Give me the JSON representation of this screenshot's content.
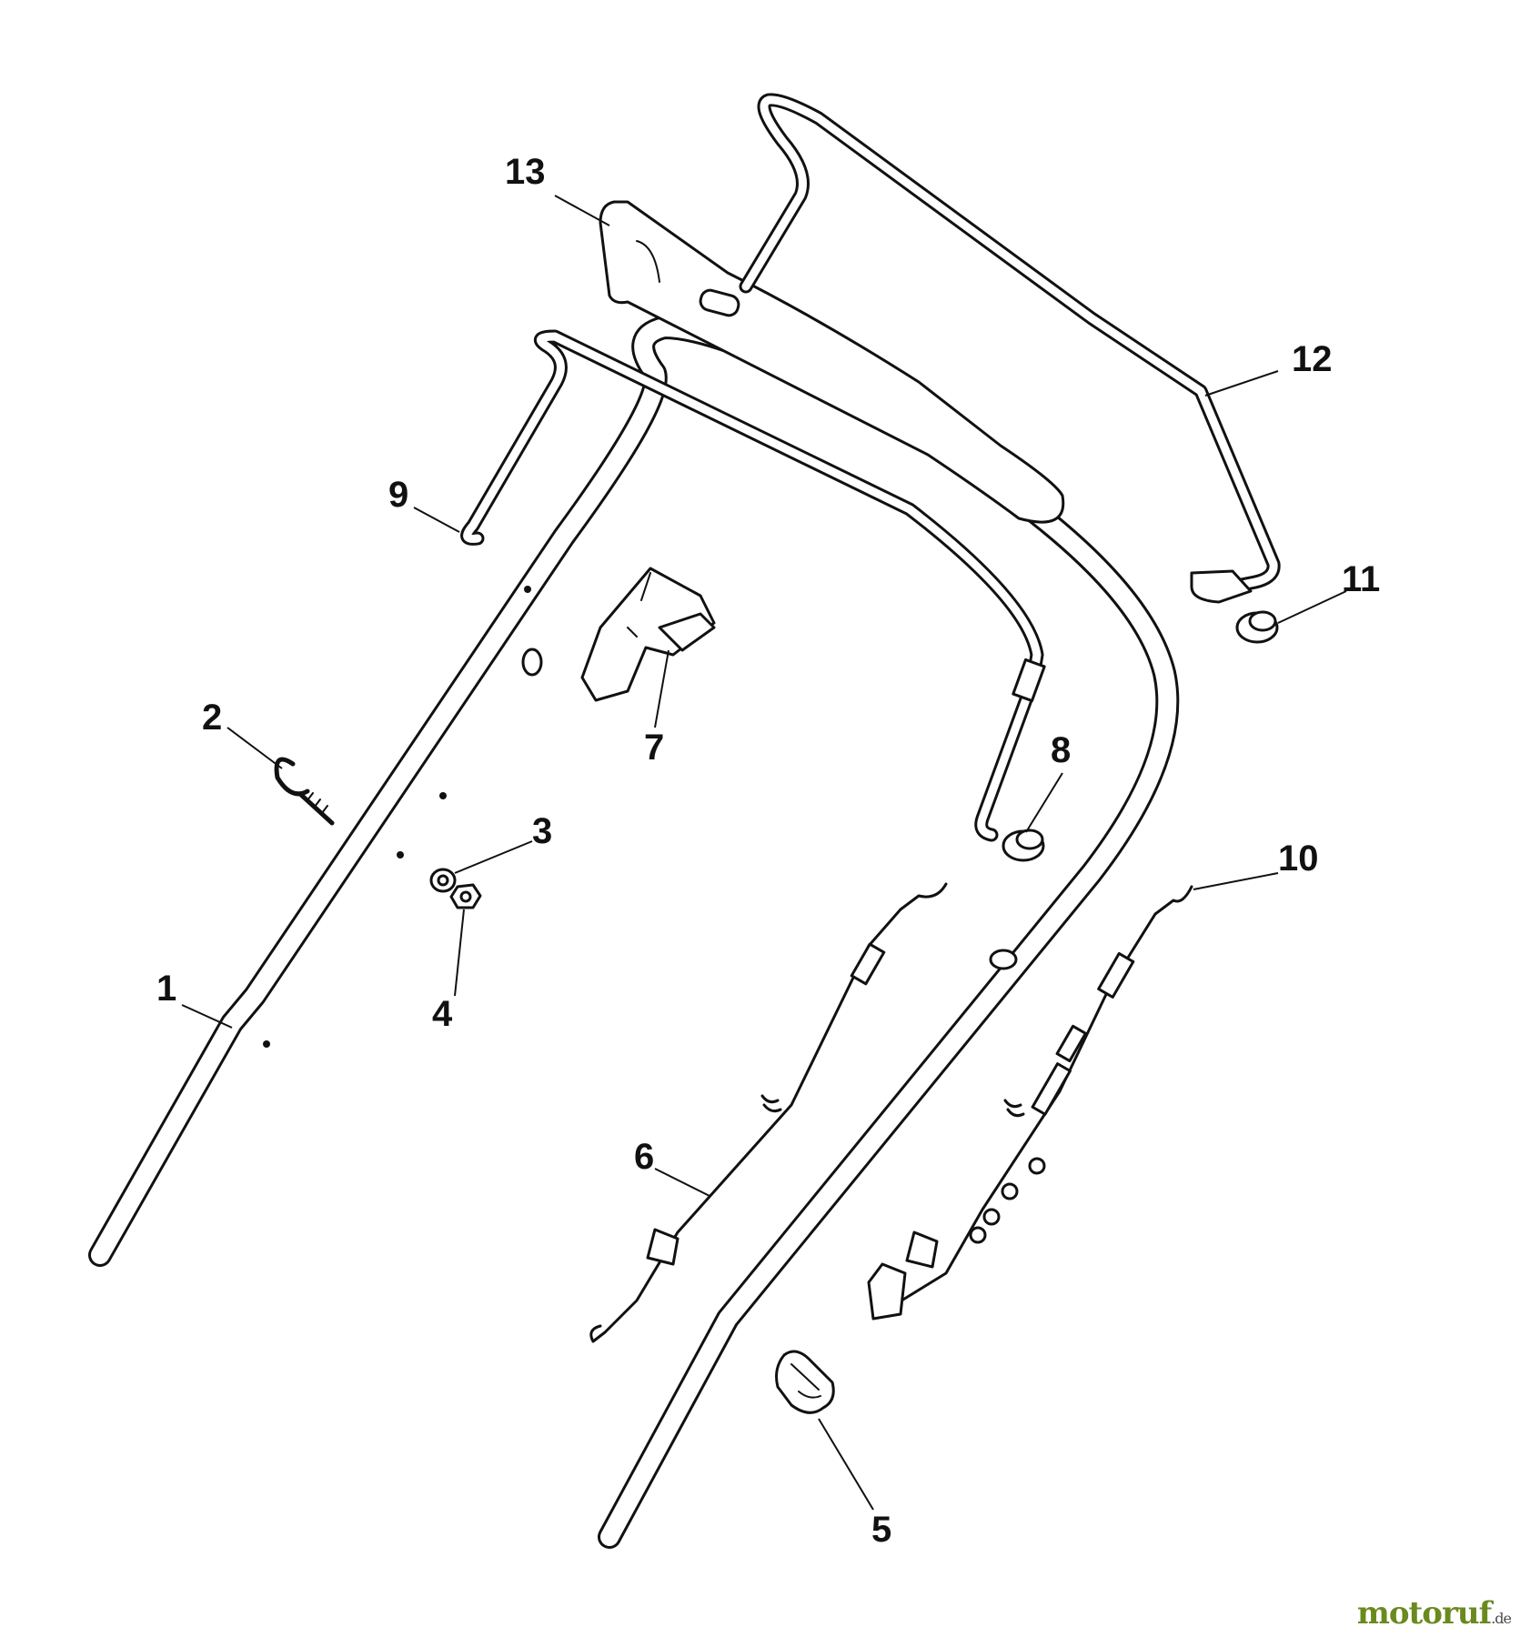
{
  "diagram": {
    "callouts": [
      {
        "id": "1",
        "label": "1"
      },
      {
        "id": "2",
        "label": "2"
      },
      {
        "id": "3",
        "label": "3"
      },
      {
        "id": "4",
        "label": "4"
      },
      {
        "id": "5",
        "label": "5"
      },
      {
        "id": "6",
        "label": "6"
      },
      {
        "id": "7",
        "label": "7"
      },
      {
        "id": "8",
        "label": "8"
      },
      {
        "id": "9",
        "label": "9"
      },
      {
        "id": "10",
        "label": "10"
      },
      {
        "id": "11",
        "label": "11"
      },
      {
        "id": "12",
        "label": "12"
      },
      {
        "id": "13",
        "label": "13"
      }
    ]
  },
  "watermark": {
    "brand": "motoruf",
    "suffix": ".de"
  }
}
